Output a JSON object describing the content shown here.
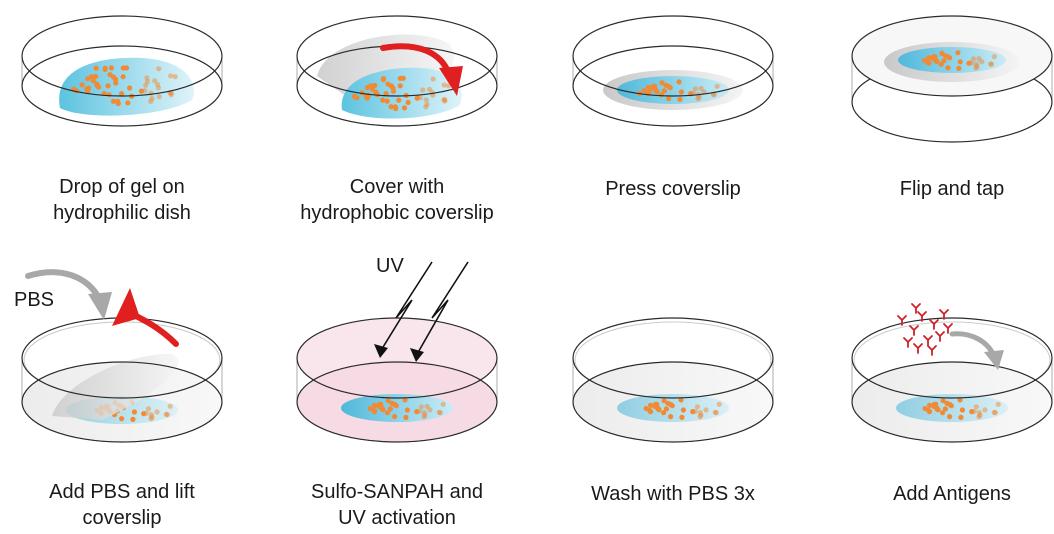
{
  "colors": {
    "gel": "#5cc3e0",
    "bead": "#f08a35",
    "red_arrow": "#e02020",
    "gray_arrow": "#a8a8a8",
    "dish_stroke": "#2b2b2b",
    "uv_tint": "#f6dbe4",
    "antigen": "#d0202a"
  },
  "steps": [
    {
      "id": "drop-gel",
      "caption": [
        "Drop of gel on",
        "hydrophilic dish"
      ]
    },
    {
      "id": "cover",
      "caption": [
        "Cover with",
        "hydrophobic coverslip"
      ]
    },
    {
      "id": "press",
      "caption": [
        "Press coverslip"
      ]
    },
    {
      "id": "flip",
      "caption": [
        "Flip and tap"
      ]
    },
    {
      "id": "add-pbs-lift",
      "caption": [
        "Add PBS and lift",
        "coverslip"
      ],
      "label": "PBS"
    },
    {
      "id": "uv-activation",
      "caption": [
        "Sulfo-SANPAH and",
        "UV activation"
      ],
      "label": "UV"
    },
    {
      "id": "wash",
      "caption": [
        "Wash with PBS 3x"
      ]
    },
    {
      "id": "antigens",
      "caption": [
        "Add Antigens"
      ]
    }
  ]
}
